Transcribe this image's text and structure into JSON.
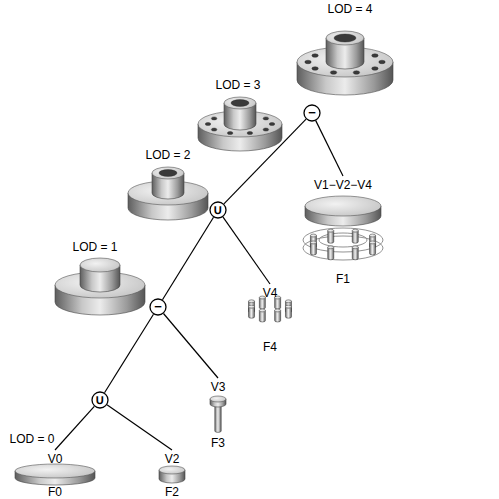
{
  "diagram": {
    "nodes": [
      {
        "text": [
          "−"
        ]
      },
      {
        "text": [
          "V1−V2−V4",
          "F1"
        ]
      },
      {
        "text": [
          "∪"
        ]
      },
      {
        "text": [
          "V4",
          "F4"
        ]
      },
      {
        "text": [
          "−"
        ]
      },
      {
        "text": [
          "V3",
          "F3"
        ]
      },
      {
        "text": [
          "∪"
        ]
      },
      {
        "text": [
          "V0",
          "F0"
        ]
      },
      {
        "text": [
          "V2",
          "F2"
        ]
      }
    ],
    "edges": [
      {
        "from": 0,
        "to": 2,
        "arrow": "none"
      },
      {
        "from": 0,
        "to": 1,
        "arrow": "none"
      },
      {
        "from": 2,
        "to": 4,
        "arrow": "none"
      },
      {
        "from": 2,
        "to": 3,
        "arrow": "none"
      },
      {
        "from": 4,
        "to": 6,
        "arrow": "none"
      },
      {
        "from": 4,
        "to": 5,
        "arrow": "none"
      },
      {
        "from": 6,
        "to": 7,
        "arrow": "none"
      },
      {
        "from": 6,
        "to": 8,
        "arrow": "none"
      }
    ],
    "labels": [
      "LOD = 4",
      "LOD = 3",
      "LOD = 2",
      "LOD = 1",
      "LOD = 0"
    ]
  }
}
